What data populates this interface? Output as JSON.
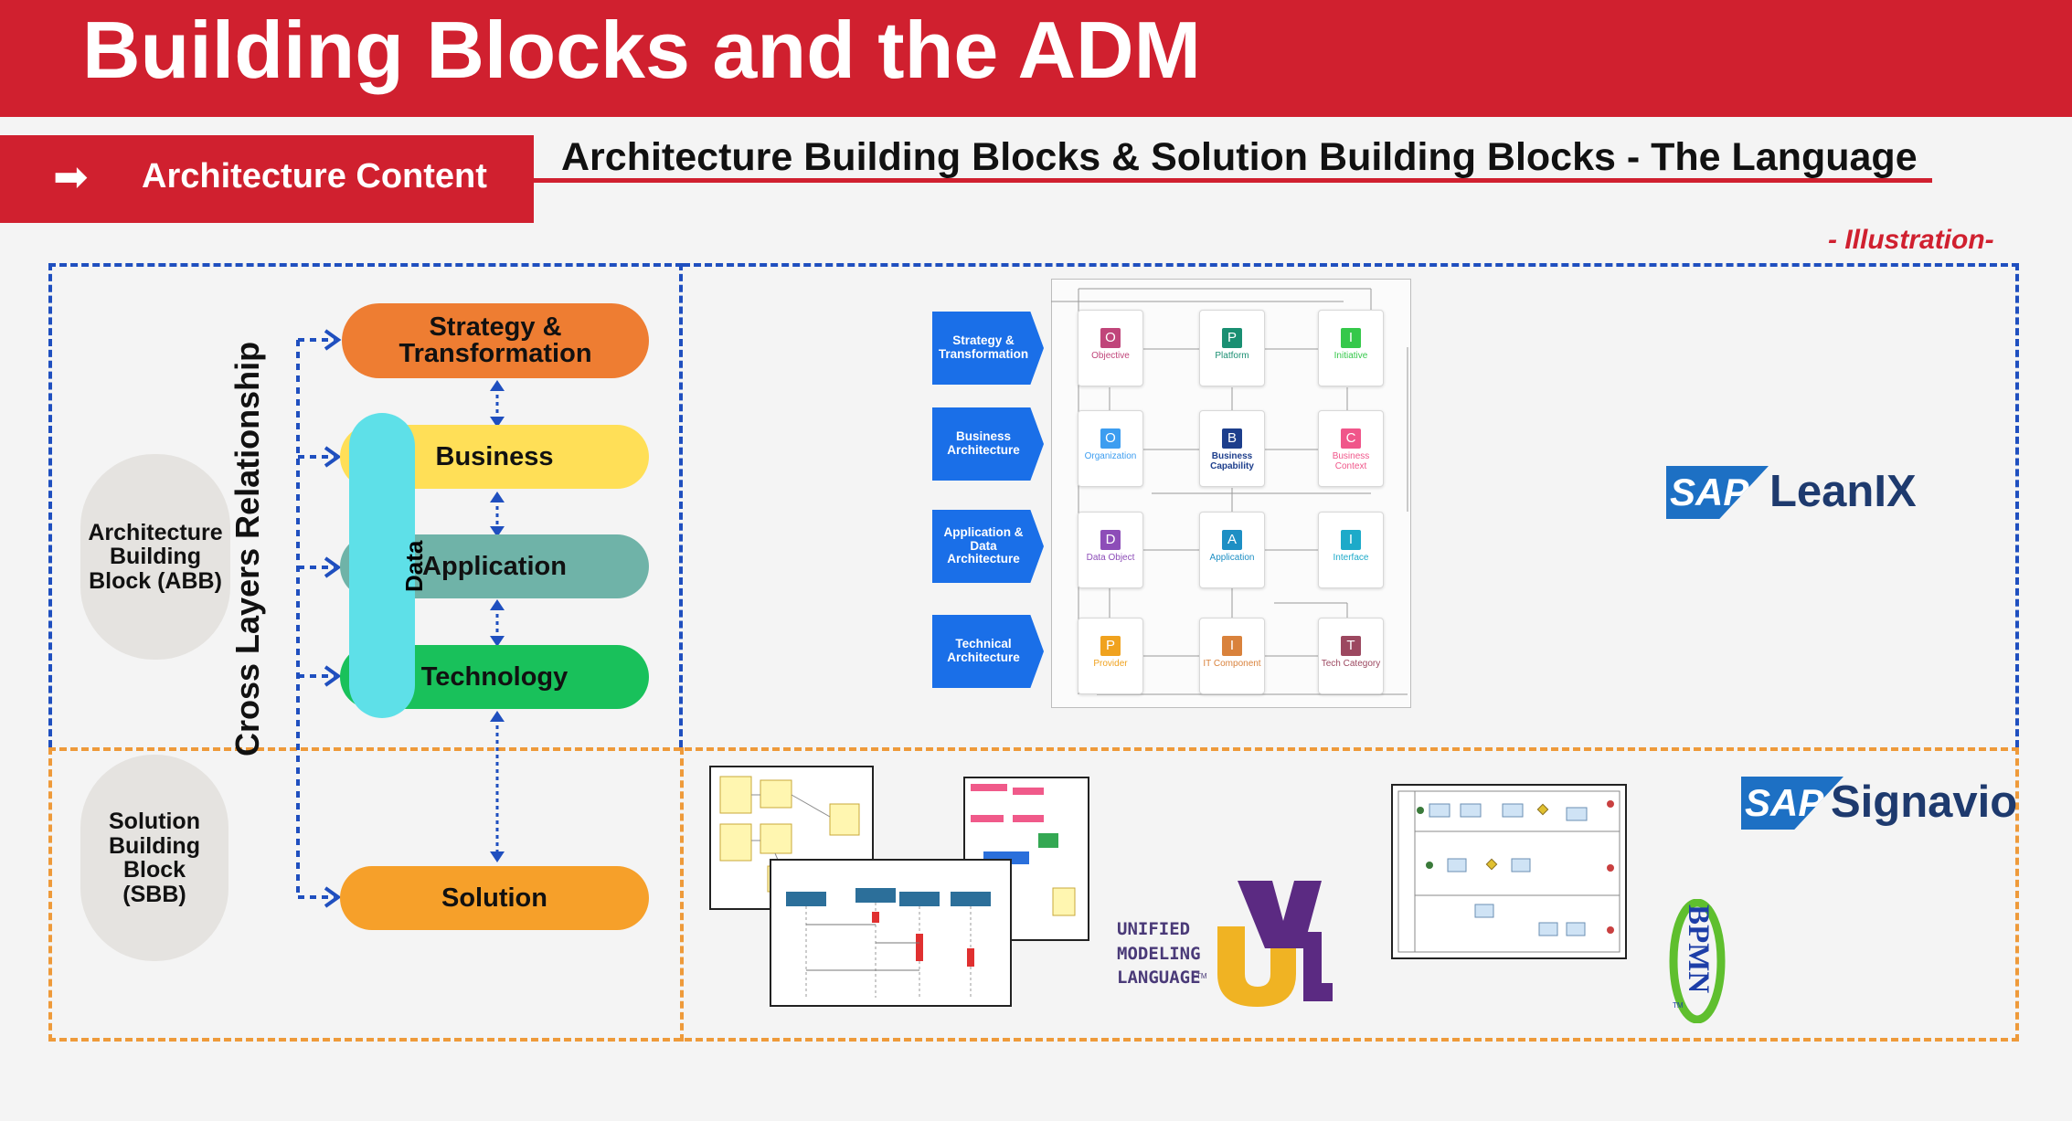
{
  "header": {
    "title": "Building Blocks and the ADM"
  },
  "tab": {
    "label": "Architecture Content",
    "icon": "arrow-right-icon"
  },
  "subtitle": "Architecture Building Blocks & Solution Building Blocks - The Language",
  "illustration_label": "- Illustration-",
  "abb": {
    "label": "Architecture Building Block (ABB)"
  },
  "sbb": {
    "label": "Solution Building Block (SBB)"
  },
  "cross_layers": "Cross Layers Relationship",
  "data_layer": "Data",
  "layers": {
    "strategy": "Strategy & Transformation",
    "business": "Business",
    "application": "Application",
    "technology": "Technology",
    "solution": "Solution"
  },
  "leanix": {
    "brand": "SAP",
    "product": "LeanIX",
    "rows": [
      "Strategy & Transformation",
      "Business Architecture",
      "Application & Data Architecture",
      "Technical Architecture"
    ],
    "cards": [
      {
        "letter": "O",
        "label": "Objective",
        "color": "#c0457a"
      },
      {
        "letter": "P",
        "label": "Platform",
        "color": "#1a8f72"
      },
      {
        "letter": "I",
        "label": "Initiative",
        "color": "#35c84a"
      },
      {
        "letter": "O",
        "label": "Organization",
        "color": "#3c9df0"
      },
      {
        "letter": "B",
        "label": "Business Capability",
        "color": "#1d3e8c"
      },
      {
        "letter": "C",
        "label": "Business Context",
        "color": "#f0568a"
      },
      {
        "letter": "D",
        "label": "Data Object",
        "color": "#8d4db8"
      },
      {
        "letter": "A",
        "label": "Application",
        "color": "#1d8fc4"
      },
      {
        "letter": "I",
        "label": "Interface",
        "color": "#1daac9"
      },
      {
        "letter": "P",
        "label": "Provider",
        "color": "#f0a21e"
      },
      {
        "letter": "I",
        "label": "IT Component",
        "color": "#d9823c"
      },
      {
        "letter": "T",
        "label": "Tech Category",
        "color": "#9c4860"
      }
    ]
  },
  "signavio": {
    "brand": "SAP",
    "product": "Signavio"
  },
  "uml": {
    "words": [
      "UNIFIED",
      "MODELING",
      "LANGUAGE"
    ],
    "tm": "TM",
    "mark": "UML"
  },
  "bpmn": {
    "label": "BPMN",
    "tm": "TM"
  },
  "colors": {
    "header_red": "#d0202f",
    "abb_border": "#1f4fbf",
    "sbb_border": "#ee9a3a",
    "strategy": "#ee7d32",
    "business": "#ffdf57",
    "application": "#6fb3a8",
    "technology": "#19c15b",
    "solution": "#f6a02a",
    "data": "#5ee0e8"
  }
}
